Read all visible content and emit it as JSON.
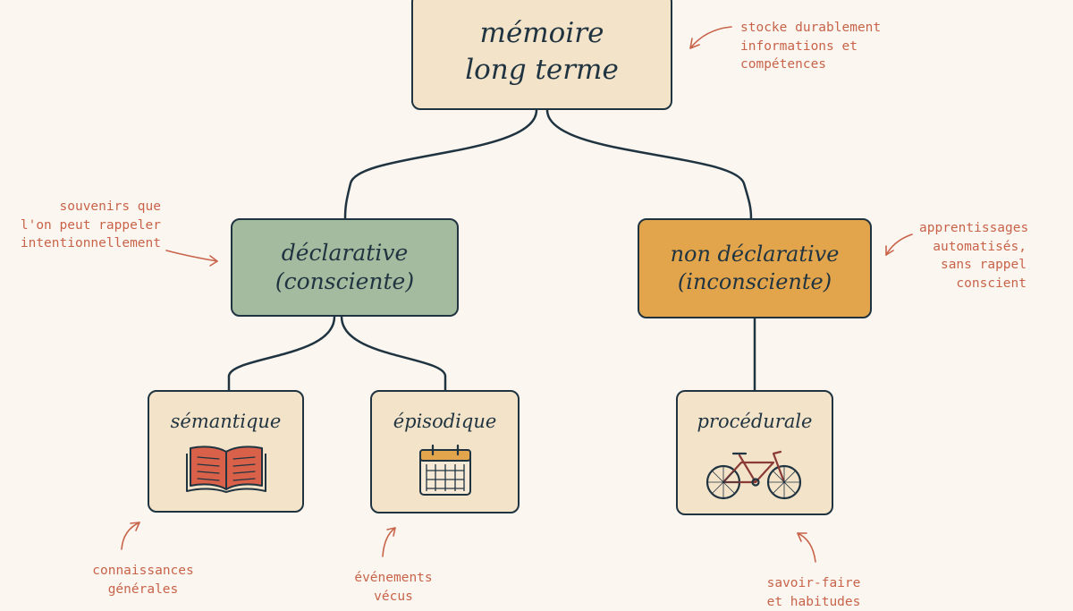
{
  "root": {
    "lines": [
      "mémoire",
      "long terme"
    ],
    "color": "#f3e3c9"
  },
  "declarative": {
    "lines": [
      "déclarative",
      "(consciente)"
    ],
    "color": "#a5bb9f"
  },
  "non_declarative": {
    "lines": [
      "non déclarative",
      "(inconsciente)"
    ],
    "color": "#e2a54c"
  },
  "semantic": {
    "label": "sémantique",
    "icon": "open-book-icon"
  },
  "episodic": {
    "label": "épisodique",
    "icon": "calendar-icon"
  },
  "procedural": {
    "label": "procédurale",
    "icon": "bicycle-icon"
  },
  "annotations": {
    "root": [
      "stocke durablement",
      "informations et",
      "compétences"
    ],
    "declarative": [
      "souvenirs que",
      "l'on peut rappeler",
      "intentionnellement"
    ],
    "non_declarative": [
      "apprentissages",
      "automatisés,",
      "sans rappel",
      "conscient"
    ],
    "semantic": [
      "connaissances",
      "générales"
    ],
    "episodic": [
      "événements",
      "vécus"
    ],
    "procedural": [
      "savoir-faire",
      "et habitudes"
    ]
  },
  "colors": {
    "ink": "#1f3340",
    "annotation": "#c8634a",
    "background": "#fbf7f0"
  }
}
